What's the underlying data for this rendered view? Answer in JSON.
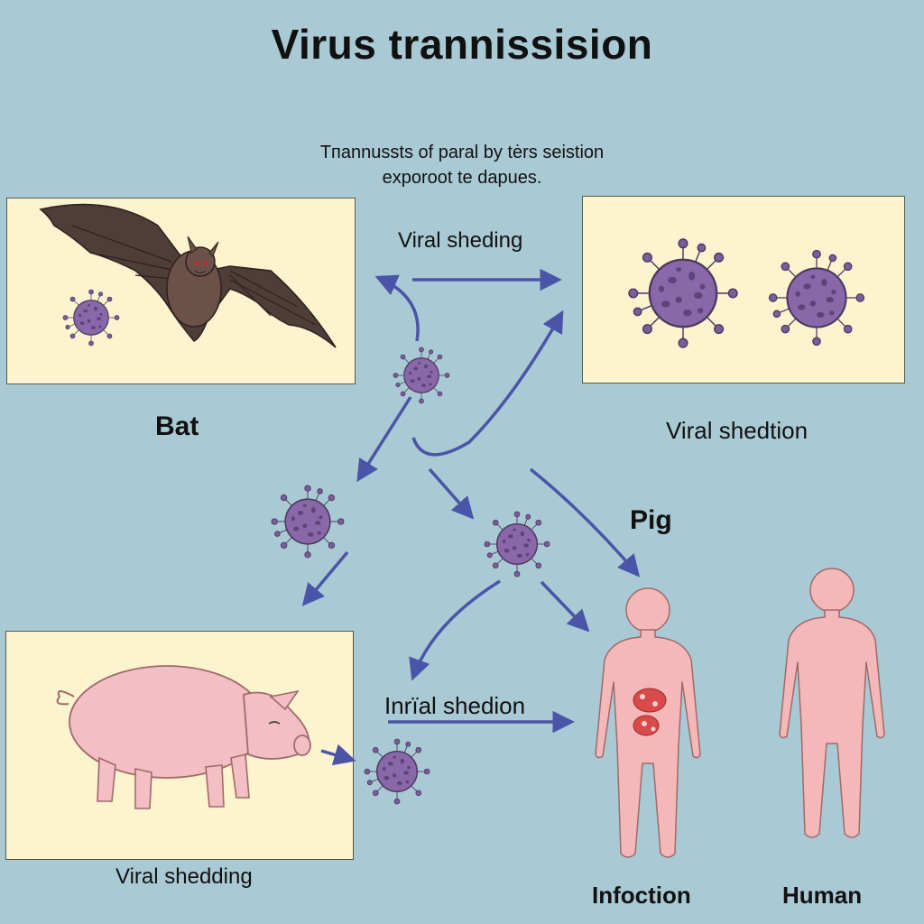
{
  "diagram": {
    "title": "Virus trannissision",
    "subtitle_line1": "Tпannussts of paral by tėrs seistion",
    "subtitle_line2": "exporoot te dapues.",
    "labels": {
      "viral_sheding_top": "Viral sheding",
      "bat": "Bat",
      "viral_shedtion": "Viral shedtion",
      "pig": "Pig",
      "inrial_shedion": "Inrïal shedion",
      "viral_shedding_bottom": "Viral shedding",
      "infoction": "Infoction",
      "human": "Human"
    },
    "colors": {
      "background": "#a9cad4",
      "panel": "#fbf4cf",
      "arrow": "#4a55a8",
      "virus": "#8a67a8",
      "skin": "#f4b8b8",
      "bat": "#4e3d38",
      "pig": "#f3bfc4"
    },
    "icons": [
      "bat-illustration",
      "virus-icon",
      "pig-illustration",
      "human-figure-icon"
    ]
  }
}
